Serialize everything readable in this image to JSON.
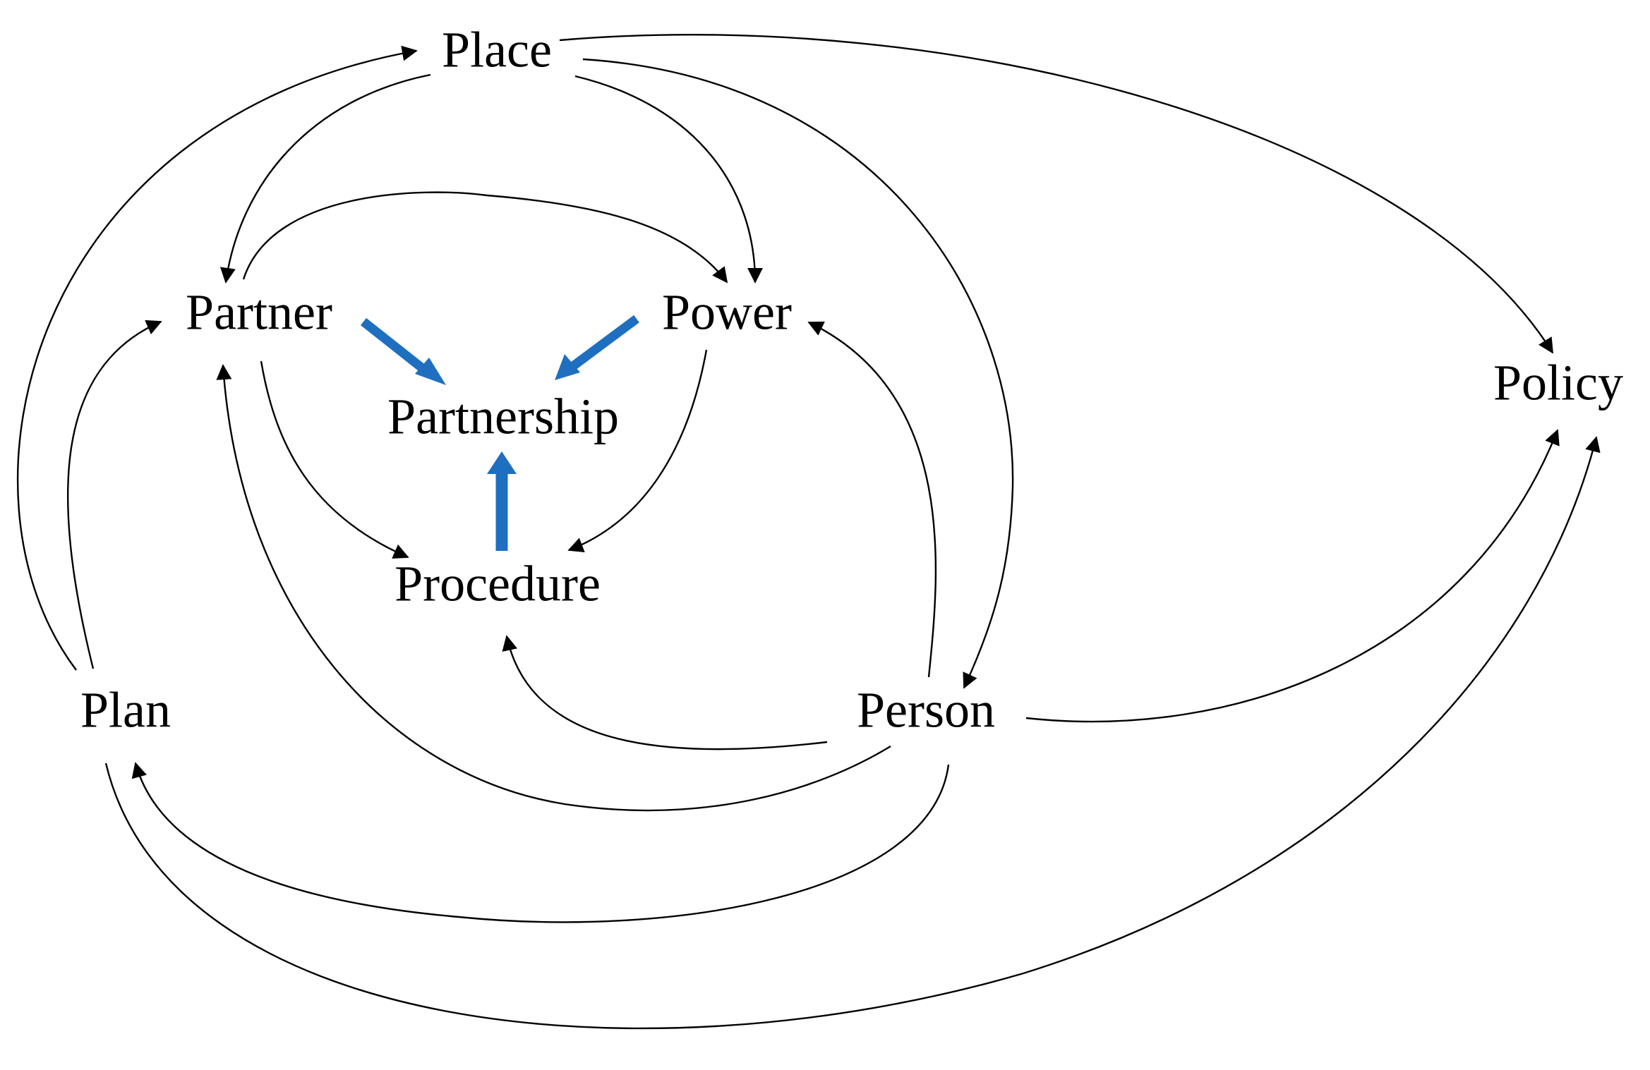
{
  "nodes": {
    "place": "Place",
    "partner": "Partner",
    "power": "Power",
    "partnership": "Partnership",
    "procedure": "Procedure",
    "policy": "Policy",
    "plan": "Plan",
    "person": "Person"
  },
  "colors": {
    "edge": "#000000",
    "strong_edge": "#1e6fc0",
    "text": "#000000",
    "background": "#ffffff"
  }
}
